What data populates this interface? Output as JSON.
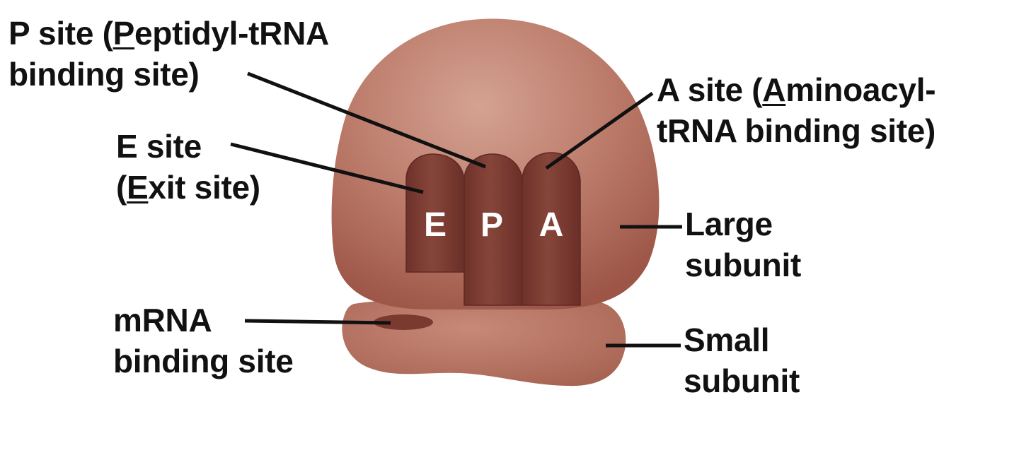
{
  "labels": {
    "p_site": {
      "line1_pre": "P site (",
      "line1_u": "P",
      "line1_post": "eptidyl-tRNA",
      "line2": "binding site)"
    },
    "e_site": {
      "line1": "E site",
      "line2_pre": "(",
      "line2_u": "E",
      "line2_post": "xit site)"
    },
    "a_site": {
      "line1_pre": "A site (",
      "line1_u": "A",
      "line1_post": "minoacyl-",
      "line2": "tRNA binding site)"
    },
    "large_subunit": {
      "line1": "Large",
      "line2": "subunit"
    },
    "small_subunit": {
      "line1": "Small",
      "line2": "subunit"
    },
    "mrna_site": {
      "line1": "mRNA",
      "line2": "binding site"
    }
  },
  "sites": {
    "e": "E",
    "p": "P",
    "a": "A"
  },
  "colors": {
    "large_subunit_light": "#cf9a8a",
    "large_subunit_dark": "#a25a4b",
    "small_subunit": "#b26d5c",
    "site_fill": "#7d3d33",
    "site_edge": "#5e2a23",
    "label_text": "#111111"
  }
}
